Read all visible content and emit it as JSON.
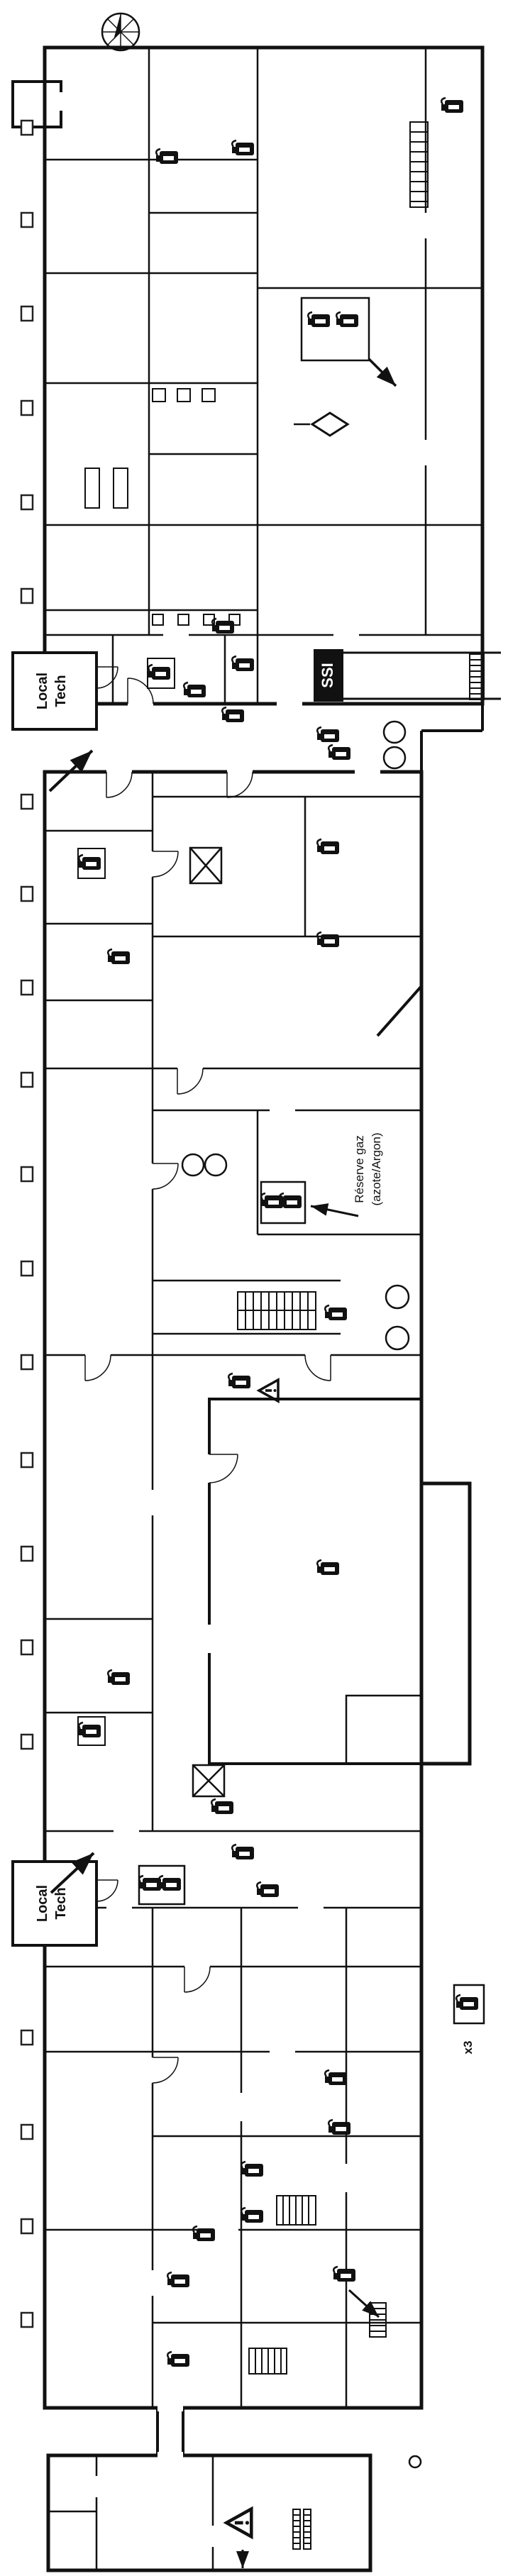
{
  "colors": {
    "ink": "#1a1a1a",
    "paper": "#ffffff"
  },
  "labels": {
    "local_tech": {
      "line1": "Local",
      "line2": "Tech"
    },
    "ssi": "SSI",
    "reserve_gaz": {
      "line1": "Réserve gaz",
      "line2": "(azote/Argon)"
    },
    "multiplier": "x3"
  },
  "icons": {
    "extinguisher": "fire-extinguisher-icon",
    "warning_triangle": "warning-triangle-icon",
    "compass_rose": "compass-rose-icon",
    "door_swing": "door-swing-icon",
    "stairs": "stairs-icon",
    "shaft_cross": "shaft-cross-icon",
    "entrance_arrow": "entrance-arrow-icon",
    "diamond_symbol": "diamond-symbol-icon"
  }
}
